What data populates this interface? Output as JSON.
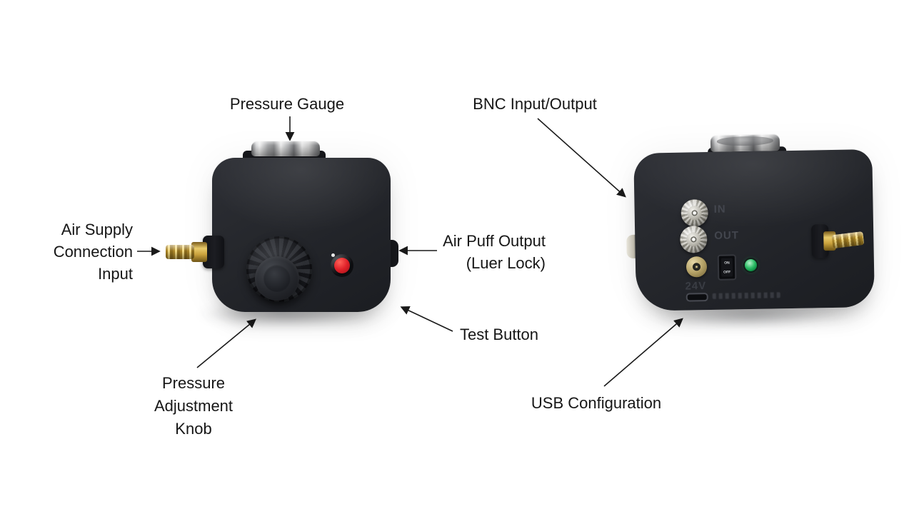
{
  "figure": {
    "description": "Labeled diagram of an air-puff pressure device, front view (left) and rear view (right)"
  },
  "callouts": {
    "pressure_gauge": {
      "text": "Pressure Gauge"
    },
    "bnc": {
      "text": "BNC Input/Output"
    },
    "air_supply": {
      "line1": "Air Supply",
      "line2": "Connection",
      "line3": "Input"
    },
    "air_puff": {
      "line1": "Air Puff Output",
      "line2": "(Luer Lock)"
    },
    "test_button": {
      "text": "Test Button"
    },
    "knob": {
      "line1": "Pressure",
      "line2": "Adjustment",
      "line3": "Knob"
    },
    "usb": {
      "text": "USB Configuration"
    }
  },
  "rear_panel": {
    "bnc_in_label": "IN",
    "bnc_out_label": "OUT",
    "power_label": "24V",
    "switch_on": "ON",
    "switch_off": "OFF"
  },
  "colors": {
    "test_button_red": "#d6222a",
    "led_green": "#1fae54",
    "brass": "#d7ab45",
    "device_body": "#24262b",
    "label_text": "#161616"
  }
}
